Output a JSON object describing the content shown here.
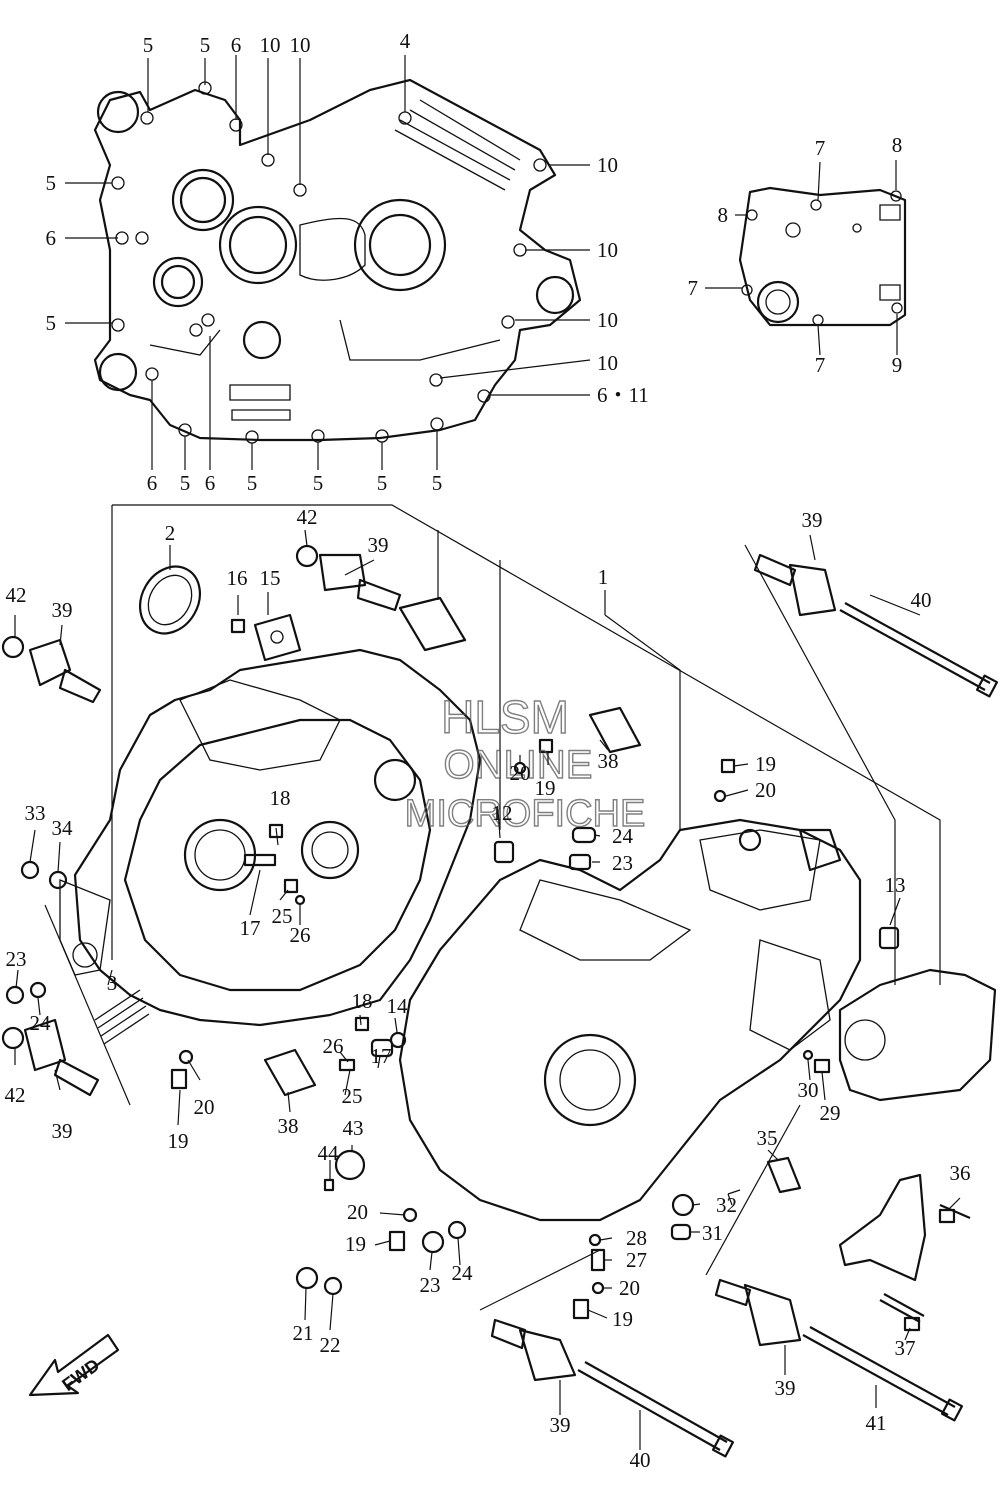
{
  "watermark": {
    "line1": "HLSM",
    "line2": "ONLINE",
    "line3": "MICROFICHE"
  },
  "fwd_label": "FWD",
  "top_left_callouts": [
    "5",
    "5",
    "6",
    "10",
    "10",
    "4",
    "10",
    "10",
    "10",
    "10",
    "6・11",
    "5",
    "5",
    "5",
    "5",
    "5",
    "6",
    "5",
    "6",
    "5",
    "6"
  ],
  "top_right_callouts": [
    "7",
    "8",
    "8",
    "7",
    "7",
    "9"
  ],
  "main_callouts": [
    "1",
    "2",
    "3",
    "12",
    "13",
    "14",
    "15",
    "16",
    "17",
    "17",
    "18",
    "18",
    "19",
    "19",
    "19",
    "19",
    "19",
    "20",
    "20",
    "20",
    "20",
    "20",
    "21",
    "22",
    "23",
    "23",
    "23",
    "24",
    "24",
    "24",
    "25",
    "25",
    "26",
    "26",
    "27",
    "28",
    "29",
    "30",
    "31",
    "32",
    "33",
    "34",
    "35",
    "36",
    "37",
    "38",
    "38",
    "39",
    "39",
    "39",
    "39",
    "39",
    "39",
    "40",
    "40",
    "41",
    "42",
    "42",
    "42",
    "43",
    "44"
  ],
  "colors": {
    "line": "#111111",
    "background": "#ffffff",
    "watermark": "#555555"
  }
}
